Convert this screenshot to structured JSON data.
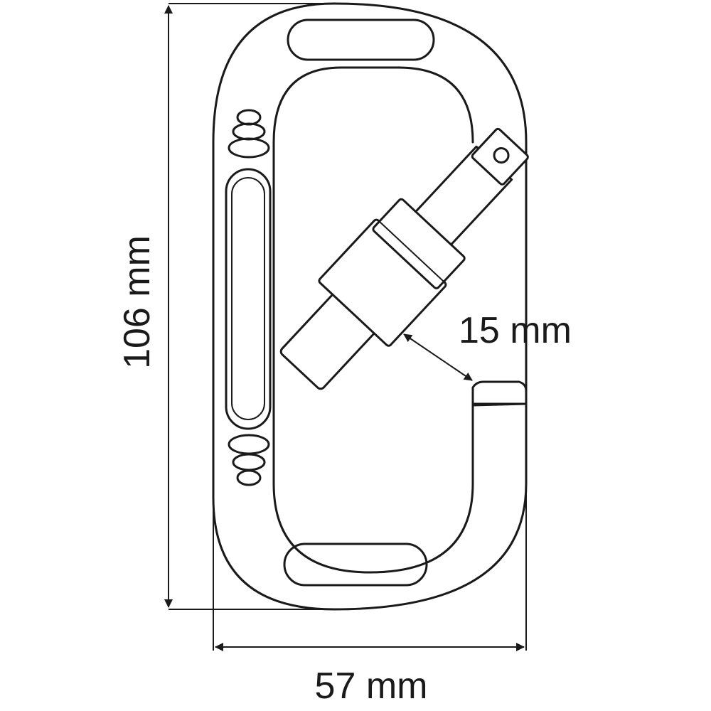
{
  "diagram": {
    "subject": "carabiner",
    "line_color": "#1a1a1a",
    "background": "#ffffff",
    "dimensions": {
      "height_label": "106 mm",
      "width_label": "57 mm",
      "gate_opening_label": "15 mm"
    }
  }
}
